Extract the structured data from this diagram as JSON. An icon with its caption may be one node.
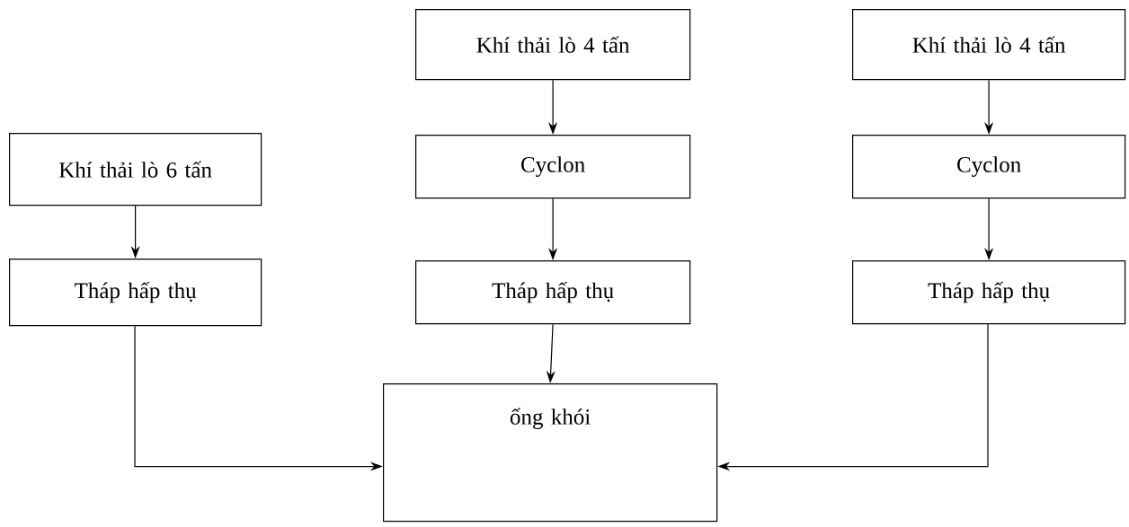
{
  "diagram": {
    "nodes": [
      {
        "text": [
          "Khí thải lò 6 tấn"
        ]
      },
      {
        "text": [
          "Tháp hấp thụ"
        ]
      },
      {
        "text": [
          "Khí thải lò 4 tấn"
        ]
      },
      {
        "text": [
          "Cyclon"
        ]
      },
      {
        "text": [
          "Tháp hấp thụ"
        ]
      },
      {
        "text": [
          "Khí thải lò 4 tấn"
        ]
      },
      {
        "text": [
          "Cyclon"
        ]
      },
      {
        "text": [
          "Tháp hấp thụ"
        ]
      },
      {
        "text": [
          "ống khói"
        ]
      }
    ],
    "edges": [
      {
        "from": 0,
        "to": 1,
        "arrow": "to"
      },
      {
        "from": 2,
        "to": 3,
        "arrow": "to"
      },
      {
        "from": 3,
        "to": 4,
        "arrow": "to"
      },
      {
        "from": 5,
        "to": 6,
        "arrow": "to"
      },
      {
        "from": 6,
        "to": 7,
        "arrow": "to"
      },
      {
        "from": 1,
        "to": 8,
        "arrow": "to"
      },
      {
        "from": 4,
        "to": 8,
        "arrow": "to"
      },
      {
        "from": 7,
        "to": 8,
        "arrow": "to"
      }
    ]
  }
}
